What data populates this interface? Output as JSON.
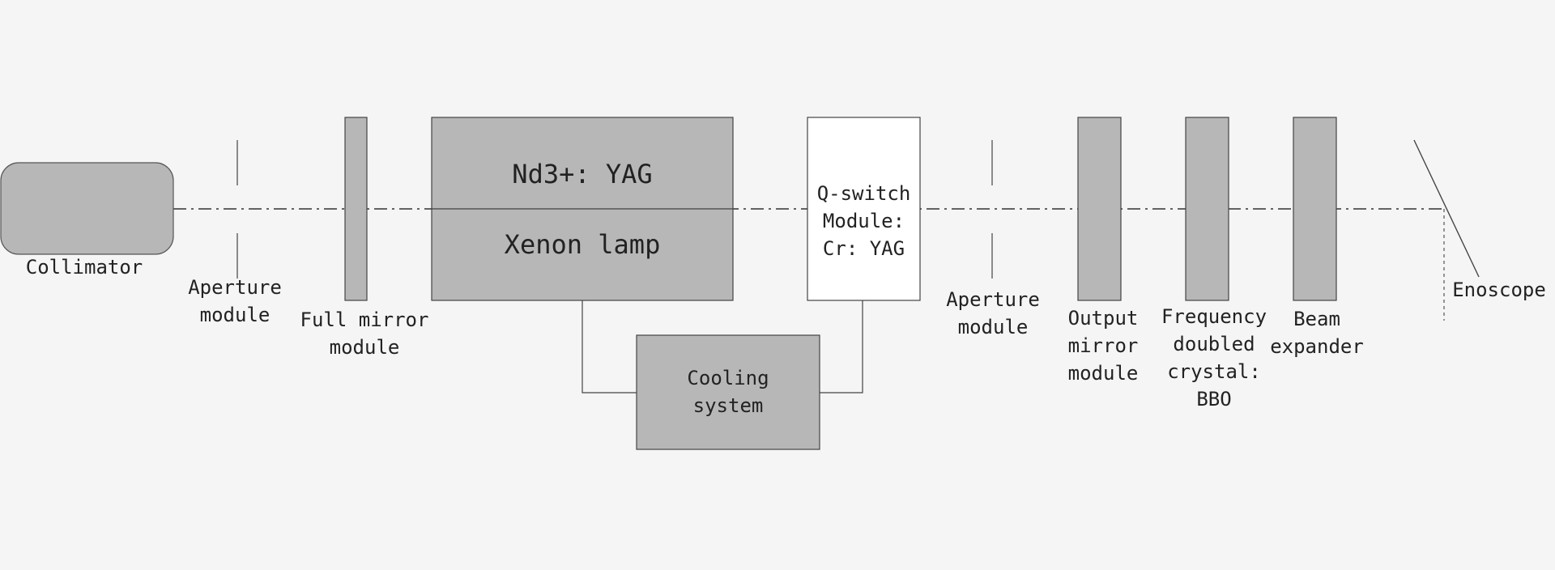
{
  "components": {
    "collimator": "Collimator",
    "aperture_left": [
      "Aperture",
      "module"
    ],
    "full_mirror": [
      "Full mirror",
      "module"
    ],
    "gain_medium": "Nd3+: YAG",
    "pump_lamp": "Xenon lamp",
    "q_switch": [
      "Q-switch",
      "Module:",
      "Cr: YAG"
    ],
    "cooling": [
      "Cooling",
      "system"
    ],
    "aperture_right": [
      "Aperture",
      "module"
    ],
    "output_mirror": [
      "Output",
      "mirror",
      "module"
    ],
    "frequency_doubled": [
      "Frequency",
      "doubled",
      "crystal:",
      "BBO"
    ],
    "beam_expander": [
      "Beam",
      "expander"
    ],
    "enoscope": "Enoscope"
  },
  "colors": {
    "block_fill": "#b7b7b7",
    "white_fill": "#ffffff",
    "stroke": "#444444",
    "background": "#f5f5f5"
  }
}
